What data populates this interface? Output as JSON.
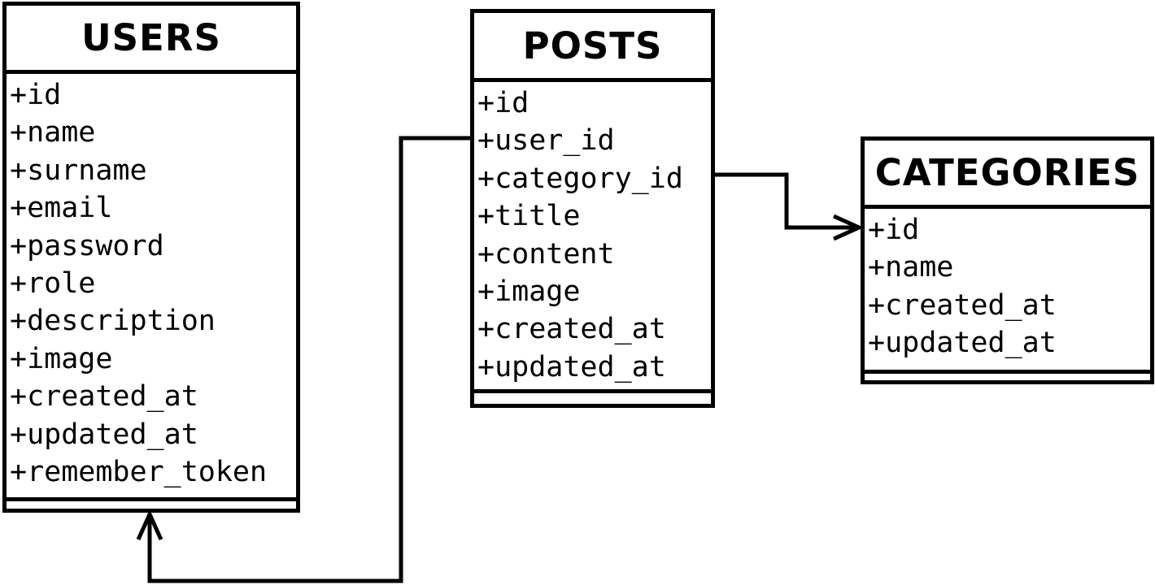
{
  "entities": [
    {
      "id": "users",
      "title": "USERS",
      "attributes": [
        "+id",
        "+name",
        "+surname",
        "+email",
        "+password",
        "+role",
        "+description",
        "+image",
        "+created_at",
        "+updated_at",
        "+remember_token"
      ]
    },
    {
      "id": "posts",
      "title": "POSTS",
      "attributes": [
        "+id",
        "+user_id",
        "+category_id",
        "+title",
        "+content",
        "+image",
        "+created_at",
        "+updated_at"
      ]
    },
    {
      "id": "categories",
      "title": "CATEGORIES",
      "attributes": [
        "+id",
        "+name",
        "+created_at",
        "+updated_at"
      ]
    }
  ],
  "relationships": [
    {
      "from": "posts.user_id",
      "to": "users",
      "arrow": "open"
    },
    {
      "from": "posts.category_id",
      "to": "categories",
      "arrow": "open"
    }
  ],
  "colors": {
    "line": "#000000",
    "background": "#ffffff"
  }
}
